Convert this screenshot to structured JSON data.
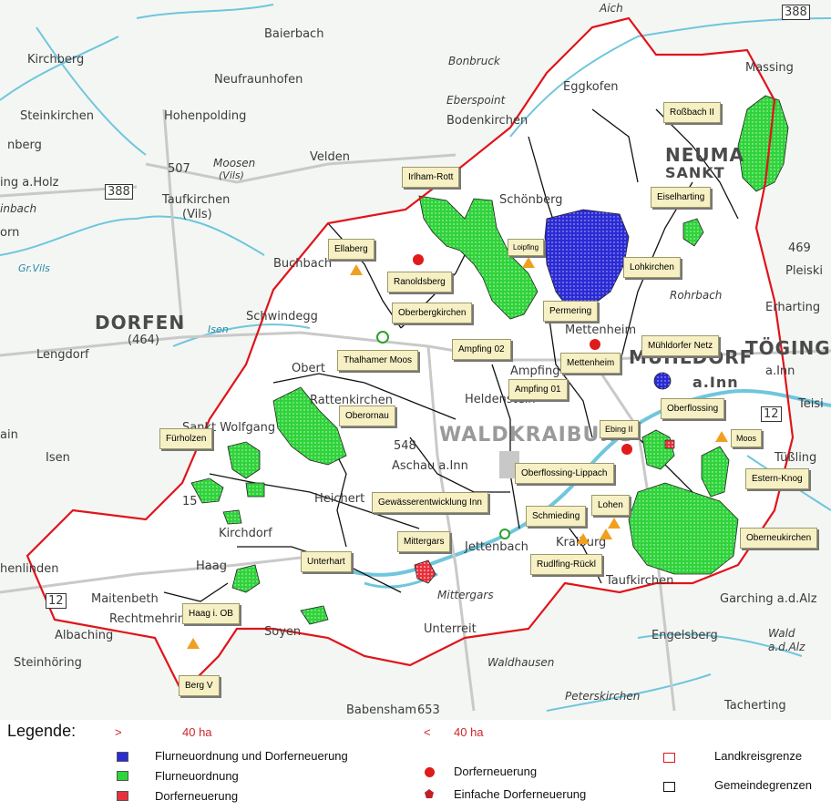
{
  "colors": {
    "county_border": "#e0141b",
    "municipal_border": "#111111",
    "flurneuordnung": "#2fd33a",
    "flurneu_dorferneu": "#2b2bd4",
    "dorferneuerung_area": "#e8303c",
    "river": "#6fc6dd",
    "road": "#c9c9c9",
    "red_point": "#e01b1b",
    "orange_marker": "#f0a020",
    "green_circle": "#2ea02e"
  },
  "places": {
    "baierbach": "Baierbach",
    "aich": "Aich",
    "kirchberg": "Kirchberg",
    "neufraunhofen": "Neufraunhofen",
    "bonbruck": "Bonbruck",
    "eggkofen": "Eggkofen",
    "massing": "Massing",
    "steinkirchen": "Steinkirchen",
    "hohenpolding": "Hohenpolding",
    "eberspoint": "Eberspoint",
    "bodenkirchen": "Bodenkirchen",
    "nberg": "nberg",
    "velden": "Velden",
    "neumarkt": "NEUMA",
    "sankt": "SANKT",
    "holz": "ing a.Holz",
    "moosen": "Moosen",
    "vils": "(Vils)",
    "n507": "507",
    "n388": "388",
    "n388b": "388",
    "taufkirchen": "Taufkirchen",
    "vils2": "(Vils)",
    "inbach": "inbach",
    "orn": "orn",
    "schoenberg": "Schönberg",
    "n469": "469",
    "pleiskir": "Pleiski",
    "grvils": "Gr.Vils",
    "buchbach": "Buchbach",
    "rohrbach": "Rohrbach",
    "erharting": "Erharting",
    "dorfen": "DORFEN",
    "n464": "(464)",
    "isen": "Isen",
    "schwindegg": "Schwindegg",
    "lengdorf": "Lengdorf",
    "mettenheim_map": "Mettenheim",
    "muehldorf": "MÜHLDORF",
    "toeging": "TÖGING",
    "ainn": "a.Inn",
    "ainn2": "a.Inn",
    "ampfing_map": "Ampfing",
    "obertaufkirchen": "Obert",
    "rattenkirchen": "Rattenkirchen",
    "heldenstein": "Heldenstein",
    "teisi": "Teisi",
    "waldkraiburg": "WALDKRAIBURG",
    "sanktwolfgang": "Sankt Wolfgang",
    "ain": "ain",
    "isen2": "Isen",
    "n548": "548",
    "aschau": "Aschau a.Inn",
    "tussling": "Tüßling",
    "heichert": "Heichert",
    "n15": "15",
    "kirchdorf": "Kirchdorf",
    "n12": "12",
    "n12b": "12",
    "haag": "Haag",
    "hurnden": "henlinden",
    "maitenbeth": "Maitenbeth",
    "jettenbach": "Jettenbach",
    "kraiburg": "Kraiburg",
    "rechtmehring": "Rechtmehring",
    "mittergars_map": "Mittergars",
    "taufkirchen2": "Taufkirchen",
    "garching": "Garching a.d.Alz",
    "unterreit": "Unterreit",
    "engelsberg": "Engelsberg",
    "albaching": "Albaching",
    "soyen": "Soyen",
    "wald": "Wald",
    "adalz": "a.d.Alz",
    "waldhausen": "Waldhausen",
    "steinhoering": "Steinhöring",
    "peterskirchen": "Peterskirchen",
    "babensham": "Babensham",
    "n653": "653",
    "tacherting": "Tacherting",
    "isen_river": "Isen"
  },
  "callouts": {
    "rossbach": "Roßbach II",
    "irlham": "Irlham-Rott",
    "eiselharting": "Eiselharting",
    "ellaberg": "Ellaberg",
    "loipfing": "Loipfing",
    "ranoldsberg": "Ranoldsberg",
    "lohkirchen": "Lohkirchen",
    "oberbergkirchen": "Oberbergkirchen",
    "permering": "Permering",
    "ampfing02": "Ampfing 02",
    "thalhamer": "Thalhamer Moos",
    "mettenheim": "Mettenheim",
    "muehldorfer": "Mühldorfer Netz",
    "ampfing01": "Ampfing 01",
    "oberornau": "Oberornau",
    "oberflossing": "Oberflossing",
    "ebing": "Ebing II",
    "moos": "Moos",
    "fuerholzen": "Fürholzen",
    "oberflossing_lippach": "Oberflossing-Lippach",
    "estern": "Estern-Knog",
    "gewaesser": "Gewässerentwicklung Inn",
    "lohen": "Lohen",
    "schmieding": "Schmieding",
    "mittergars": "Mittergars",
    "oberneukirchen": "Oberneukirchen",
    "unterhart": "Unterhart",
    "rudlfing": "Rudlfing-Rückl",
    "haag": "Haag i. OB",
    "bergv": "Berg V"
  },
  "legend": {
    "title": "Legende:",
    "gt_symbol": ">",
    "gt_value": "40 ha",
    "lt_symbol": "<",
    "lt_value": "40 ha",
    "item_flurneu_dorferneu": "Flurneuordnung und Dorferneuerung",
    "item_flurneu": "Flurneuordnung",
    "item_dorferneu": "Dorferneuerung",
    "item_point_dorferneu": "Dorferneuerung",
    "item_einfache": "Einfache Dorferneuerung",
    "item_landkreis": "Landkreisgrenze",
    "item_gemeinde": "Gemeindegrenzen"
  }
}
